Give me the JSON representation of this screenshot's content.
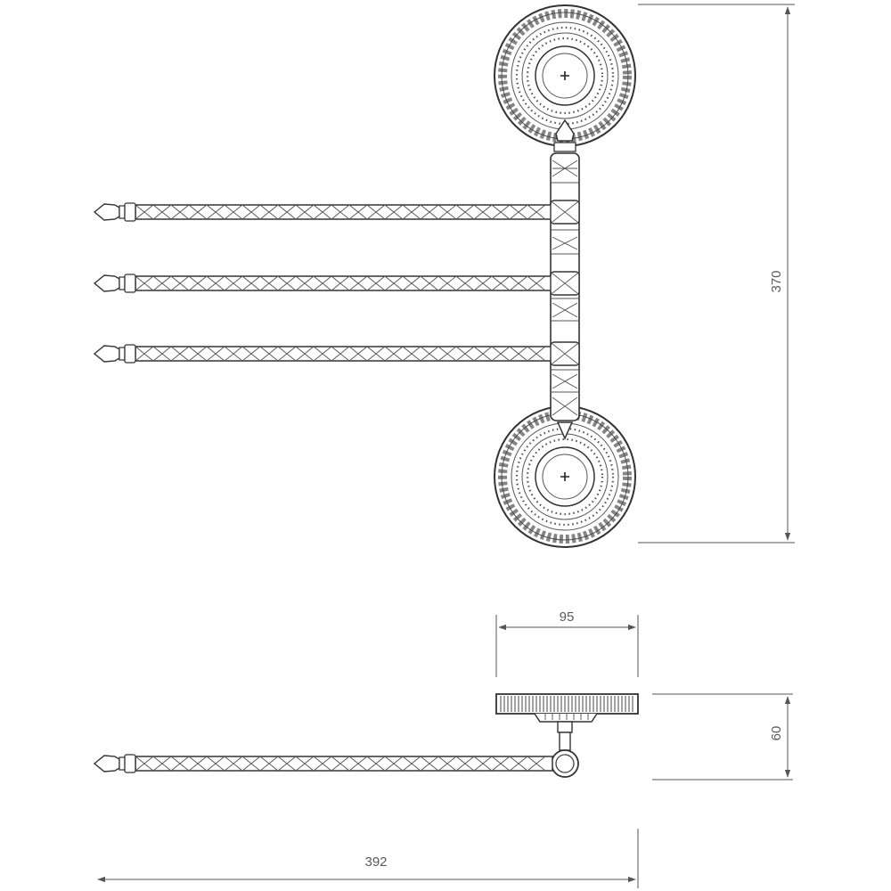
{
  "drawing": {
    "subject": "",
    "dimensions": {
      "height": "370",
      "width": "95",
      "depth": "60",
      "length": "392"
    },
    "rail_count": 3
  },
  "colors": {
    "line": "#3a3a3a",
    "dim_line": "#555555",
    "background": "#ffffff"
  }
}
